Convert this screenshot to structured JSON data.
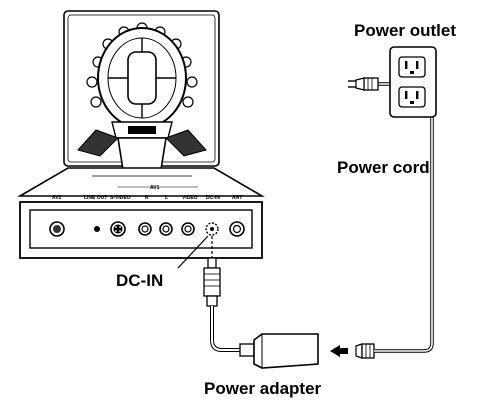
{
  "callouts": {
    "power_outlet": "Power outlet",
    "power_cord": "Power cord",
    "dc_in": "DC-IN",
    "power_adapter": "Power adapter"
  },
  "ports": {
    "group_label": "AV1",
    "labels": [
      "AV2",
      "LINE OUT",
      "S-VIDEO",
      "R",
      "L",
      "VIDEO",
      "DC-IN",
      "ANT"
    ]
  },
  "colors": {
    "line": "#000000",
    "background": "#ffffff",
    "shade": "#666666"
  },
  "icons": [
    "arrow-left-icon"
  ]
}
